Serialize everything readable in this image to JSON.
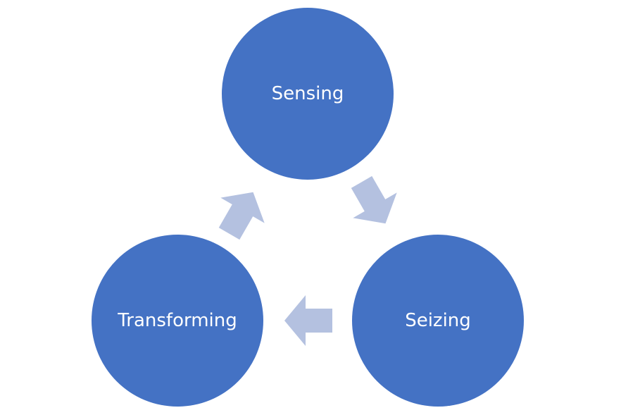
{
  "diagram": {
    "type": "cycle",
    "colors": {
      "node_fill": "#4472c4",
      "node_text": "#ffffff",
      "arrow_fill": "#b4c1e0",
      "background": "#ffffff"
    },
    "nodes": [
      {
        "id": "sensing",
        "label": "Sensing"
      },
      {
        "id": "seizing",
        "label": "Seizing"
      },
      {
        "id": "transforming",
        "label": "Transforming"
      }
    ],
    "edges": [
      {
        "from": "sensing",
        "to": "seizing"
      },
      {
        "from": "seizing",
        "to": "transforming"
      },
      {
        "from": "transforming",
        "to": "sensing"
      }
    ]
  }
}
